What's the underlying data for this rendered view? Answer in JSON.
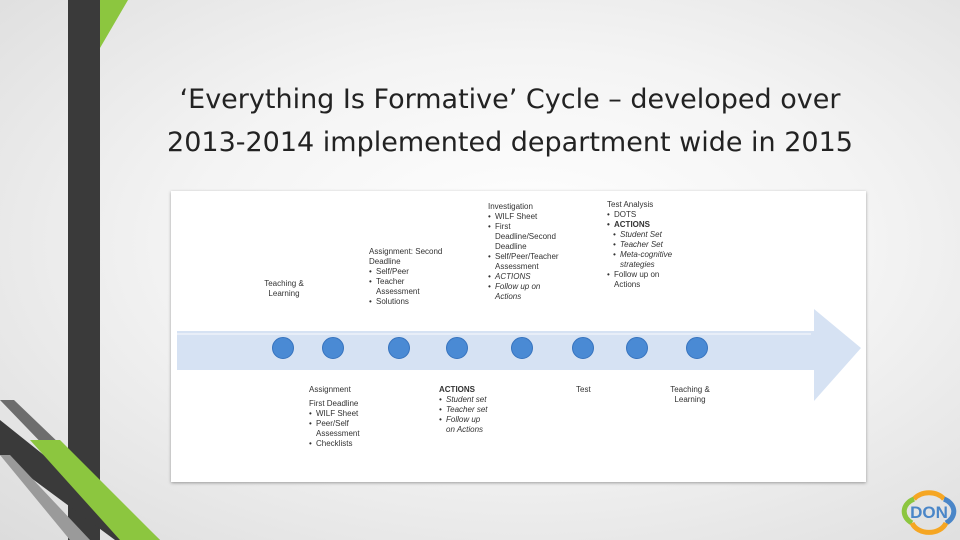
{
  "slide": {
    "title_line1": "‘Everything Is Formative’ Cycle – developed over",
    "title_line2": "2013-2014 implemented department wide in 2015"
  },
  "diagram": {
    "steps": {
      "teaching_start": {
        "title": "Teaching & Learning"
      },
      "assignment_second": {
        "title": "Assignment: Second Deadline",
        "bullets": [
          "Self/Peer",
          "Teacher Assessment",
          "Solutions"
        ]
      },
      "investigation": {
        "title": "Investigation",
        "bullets": [
          "WILF Sheet",
          "First Deadline/Second Deadline",
          "Self/Peer/Teacher Assessment",
          "ACTIONS",
          "Follow up on Actions"
        ]
      },
      "test_analysis": {
        "title": "Test Analysis",
        "bullets": [
          "DOTS",
          "ACTIONS"
        ],
        "sub_bullets": [
          "Student Set",
          "Teacher Set",
          "Meta-cognitive strategies"
        ],
        "last_bullet": "Follow up on Actions"
      },
      "assignment_first": {
        "title": "Assignment",
        "subtitle": "First Deadline",
        "bullets": [
          "WILF Sheet",
          "Peer/Self Assessment",
          "Checklists"
        ]
      },
      "actions": {
        "title": "ACTIONS",
        "bullets": [
          "Student set",
          "Teacher set",
          "Follow up on Actions"
        ]
      },
      "test": {
        "title": "Test"
      },
      "teaching_end": {
        "title": "Teaching & Learning"
      }
    }
  },
  "logo": {
    "text": "DON"
  },
  "colors": {
    "arrow_fill": "#d6e2f3",
    "arrow_edge": "#c2d3ec",
    "dot_fill": "#4a8ad4",
    "dot_stroke": "#3673be",
    "stripe_dark": "#3a3a3a",
    "stripe_green": "#8cc63f",
    "logo_blue": "#4a86c8",
    "logo_ring_green": "#8cc63f",
    "logo_ring_orange": "#f5a623"
  }
}
